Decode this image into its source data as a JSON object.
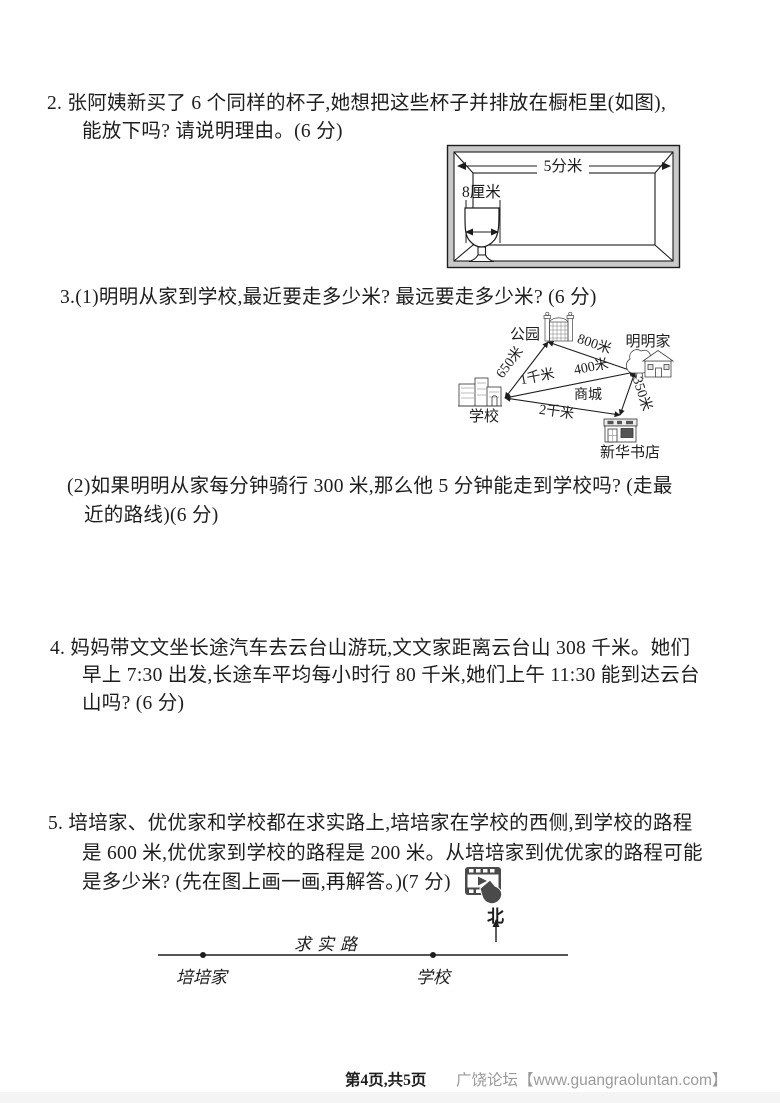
{
  "questions": {
    "q2": {
      "lines": [
        "2. 张阿姨新买了 6 个同样的杯子,她想把这些杯子并排放在橱柜里(如图),",
        "能放下吗? 请说明理由。(6 分)"
      ]
    },
    "q3_1": {
      "lines": [
        "3.(1)明明从家到学校,最近要走多少米? 最远要走多少米? (6 分)"
      ]
    },
    "q3_2": {
      "lines": [
        "(2)如果明明从家每分钟骑行 300 米,那么他 5 分钟能走到学校吗? (走最",
        "近的路线)(6 分)"
      ]
    },
    "q4": {
      "lines": [
        "4. 妈妈带文文坐长途汽车去云台山游玩,文文家距离云台山 308 千米。她们",
        "早上 7:30 出发,长途车平均每小时行 80 千米,她们上午 11:30 能到达云台",
        "山吗? (6 分)"
      ]
    },
    "q5": {
      "lines": [
        "5. 培培家、优优家和学校都在求实路上,培培家在学校的西侧,到学校的路程",
        "是 600 米,优优家到学校的路程是 200 米。从培培家到优优家的路程可能",
        "是多少米? (先在图上画一画,再解答。)(7 分)"
      ]
    }
  },
  "cupboard": {
    "width_label": "5分米",
    "cup_width_label": "8厘米"
  },
  "map": {
    "park": "公园",
    "home": "明明家",
    "school": "学校",
    "bookstore": "新华书店",
    "mall": "商城",
    "d_school_park": "650米",
    "d_park_home": "800米",
    "d_school_mall": "1千米",
    "d_mall_home": "400米",
    "d_school_bookstore": "2千米",
    "d_bookstore_home": "350米"
  },
  "road": {
    "name": "求实路",
    "left_point": "培培家",
    "right_point": "学校",
    "compass": "北"
  },
  "icons": {
    "video": "video-lesson-icon"
  },
  "footer": {
    "page_info": "第4页,共5页",
    "watermark": "广饶论坛【www.guangraoluntan.com】"
  }
}
